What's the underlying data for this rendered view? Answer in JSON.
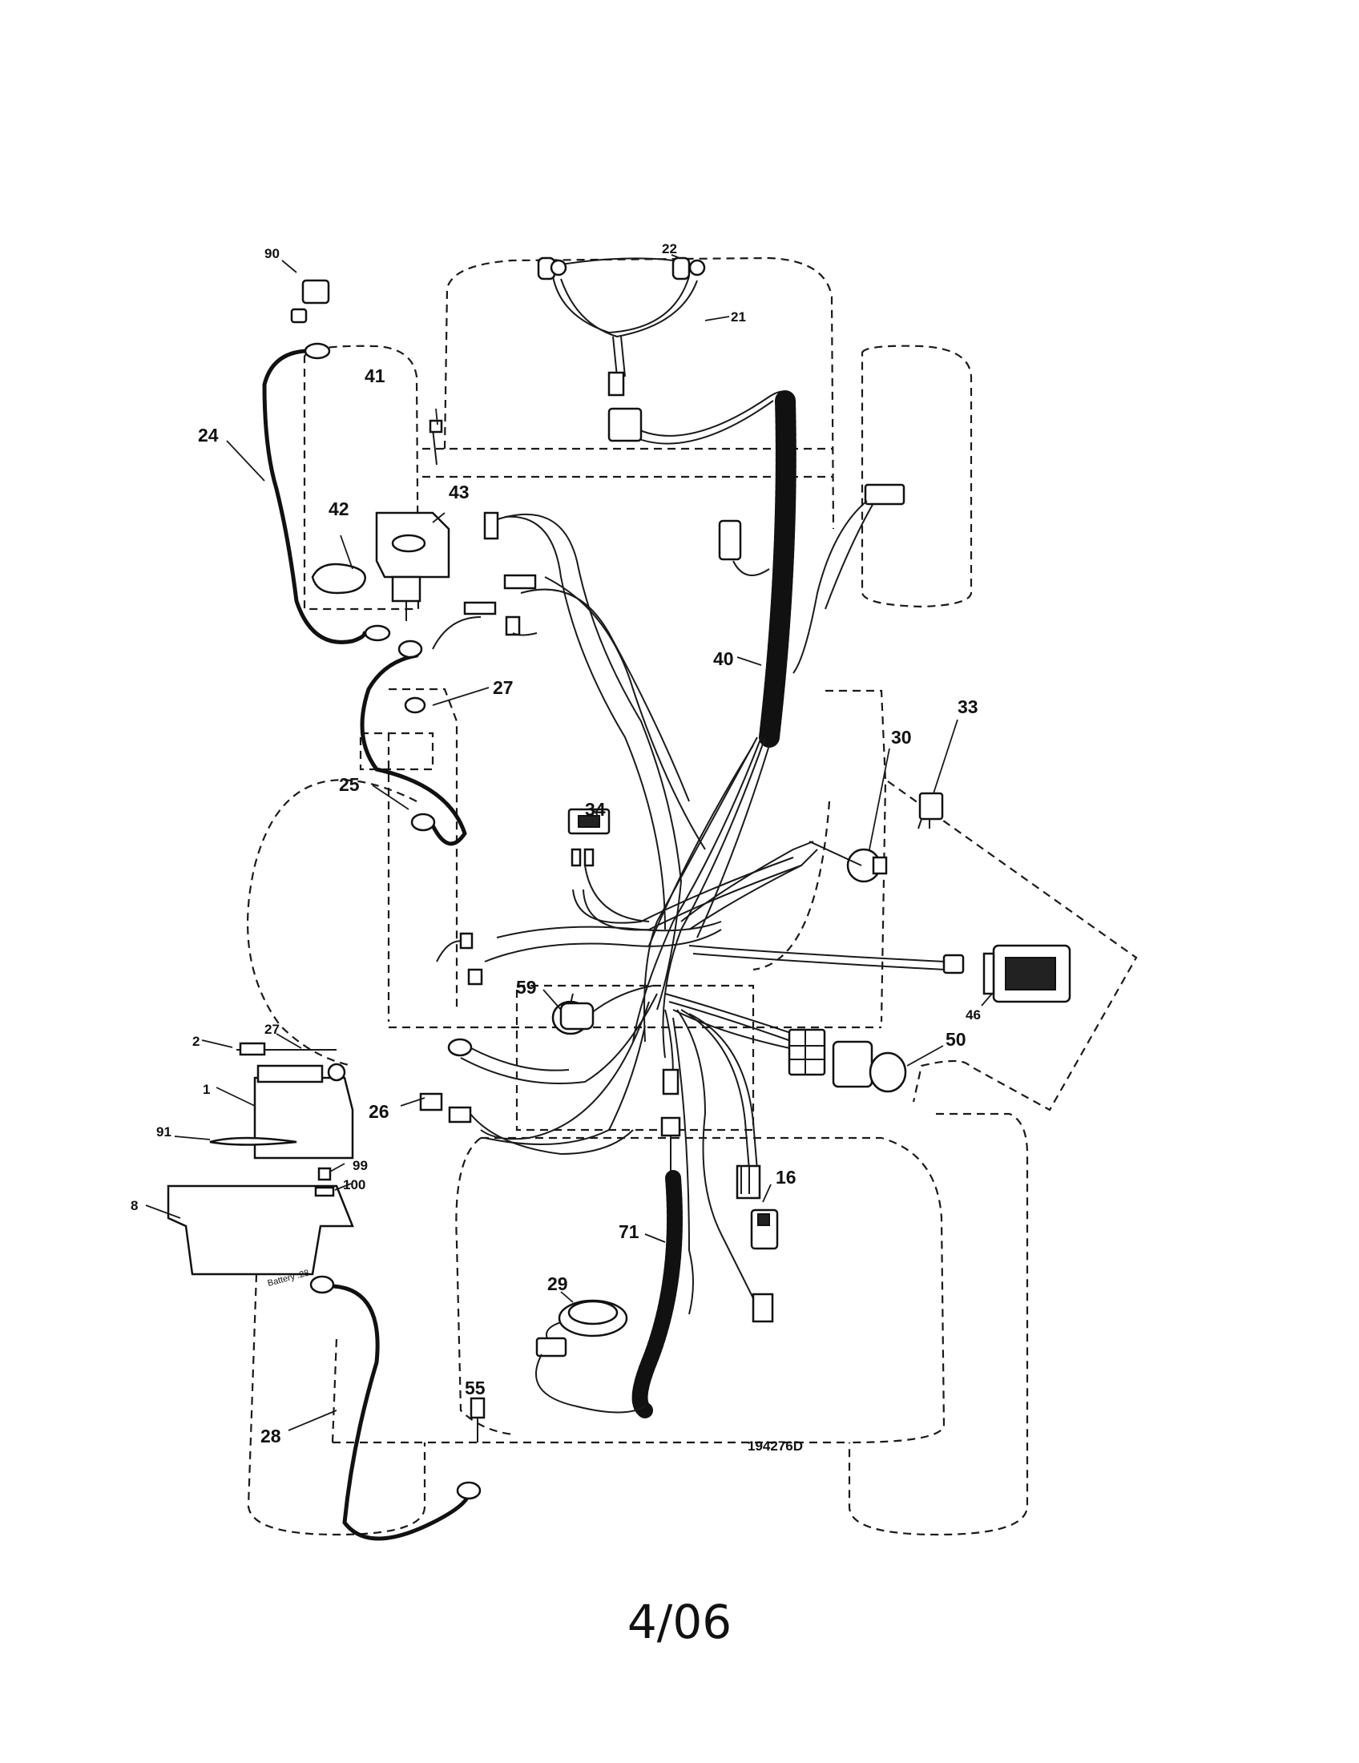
{
  "labels": {
    "l90": "90",
    "l24": "24",
    "l41": "41",
    "l43": "43",
    "l42": "42",
    "l22": "22",
    "l21": "21",
    "l40": "40",
    "l27a": "27",
    "l25": "25",
    "l33": "33",
    "l30": "30",
    "l34": "34",
    "l59": "59",
    "l46": "46",
    "l50": "50",
    "l2": "2",
    "l27b": "27",
    "l1": "1",
    "l91": "91",
    "l26": "26",
    "l99": "99",
    "l100": "100",
    "l8": "8",
    "l16": "16",
    "l71": "71",
    "l29": "29",
    "l55": "55",
    "l28": "28"
  },
  "diagram_code": "194276D",
  "battery_tray_text": "Battery .28",
  "page_number": "4/06"
}
